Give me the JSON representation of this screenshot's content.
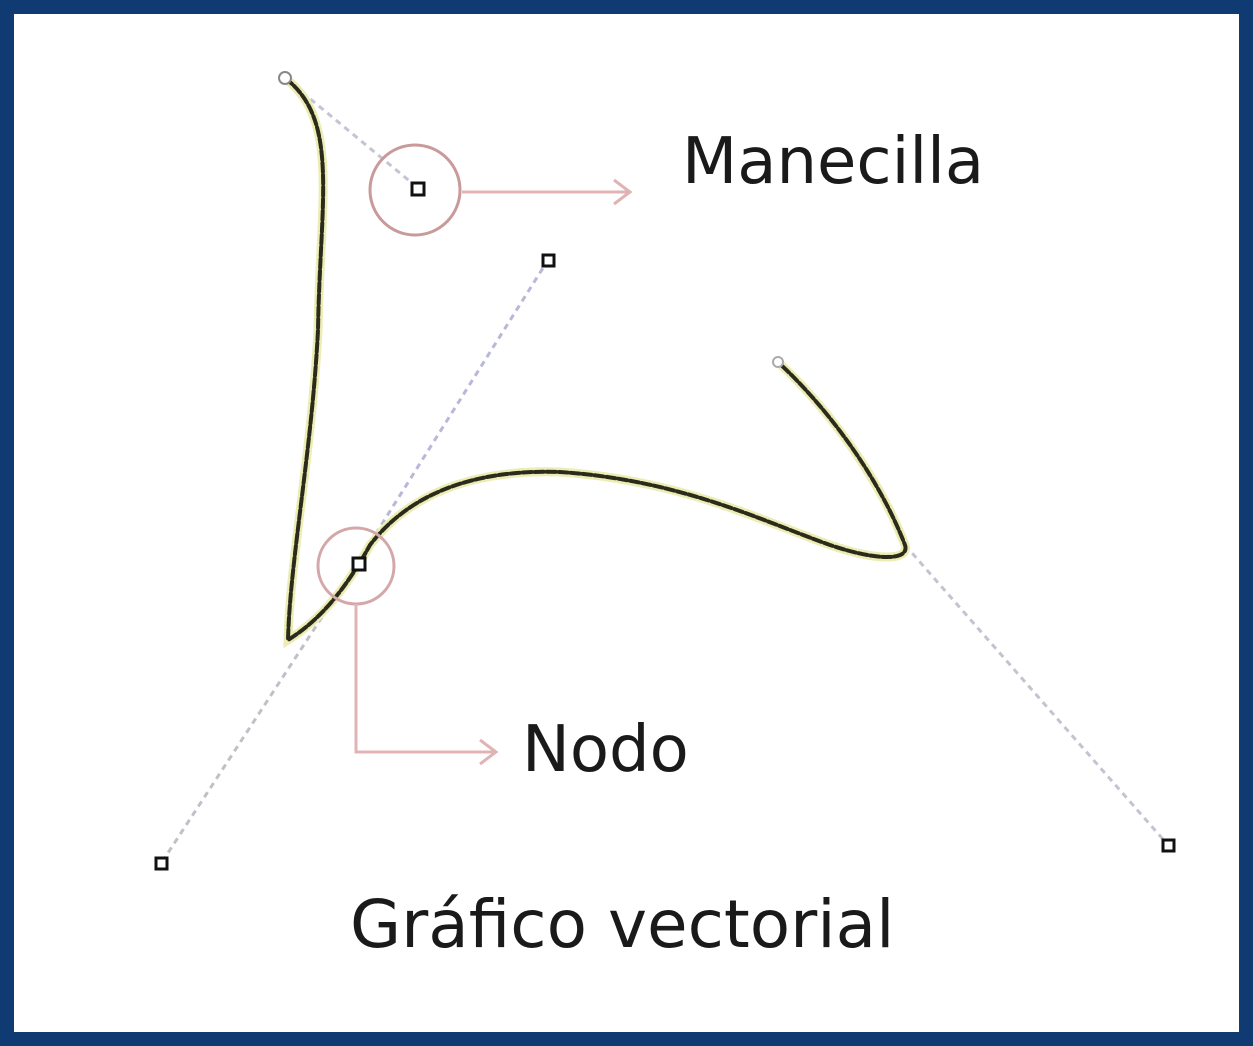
{
  "labels": {
    "handle": "Manecilla",
    "node": "Nodo",
    "title": "Gráfico vectorial"
  },
  "colors": {
    "border": "#0f3a72",
    "background": "#ffffff",
    "curve": "#2b2b1c",
    "curve_glow": "#e8e8a8",
    "handle_line": "#b8b8cc",
    "callout": "#d9a8a8",
    "point": "#111111"
  }
}
